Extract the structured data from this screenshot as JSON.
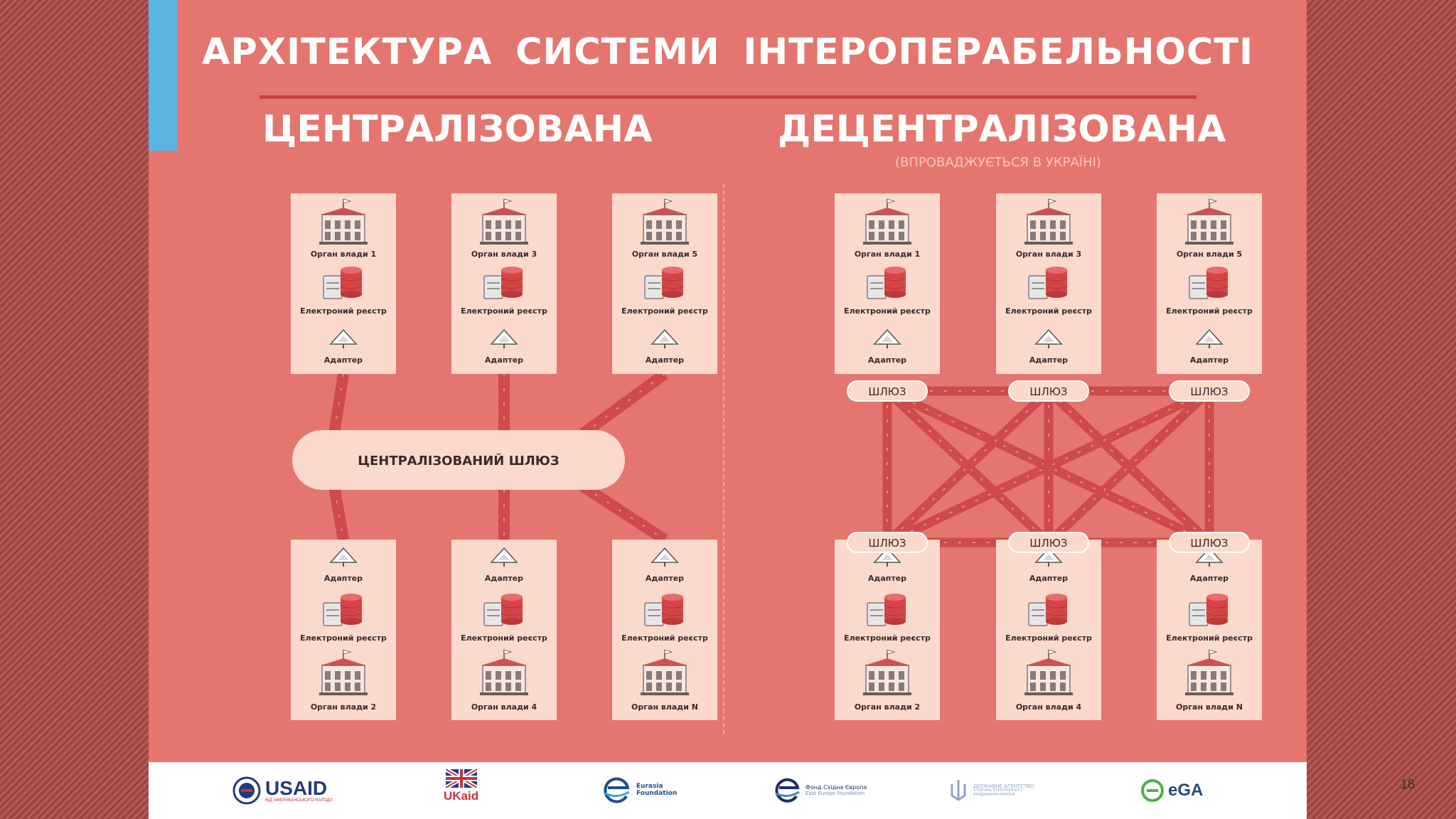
{
  "title": "АРХІТЕКТУРА  СИСТЕМИ ІНТЕРОПЕРАБЕЛЬНОСТІ",
  "left": {
    "heading": "ЦЕНТРАЛІЗОВАНА",
    "hub": "ЦЕНТРАЛІЗОВАНИЙ ШЛЮЗ",
    "top_boxes": [
      {
        "authority": "Орган влади 1",
        "registry": "Електроний реєстр",
        "adapter": "Адаптер"
      },
      {
        "authority": "Орган влади 3",
        "registry": "Електроний реєстр",
        "adapter": "Адаптер"
      },
      {
        "authority": "Орган влади 5",
        "registry": "Електроний реєстр",
        "adapter": "Адаптер"
      }
    ],
    "bottom_boxes": [
      {
        "authority": "Орган влади 2",
        "registry": "Електроний реєстр",
        "adapter": "Адаптер"
      },
      {
        "authority": "Орган влади 4",
        "registry": "Електроний реєстр",
        "adapter": "Адаптер"
      },
      {
        "authority": "Орган влади N",
        "registry": "Електроний реєстр",
        "adapter": "Адаптер"
      }
    ]
  },
  "right": {
    "heading": "ДЕЦЕНТРАЛІЗОВАНА",
    "subheading": "(ВПРОВАДЖУЄТЬСЯ В УКРАЇНІ)",
    "gateway": "ШЛЮЗ",
    "top_boxes": [
      {
        "authority": "Орган влади 1",
        "registry": "Електроний реєстр",
        "adapter": "Адаптер"
      },
      {
        "authority": "Орган влади 3",
        "registry": "Електроний реєстр",
        "adapter": "Адаптер"
      },
      {
        "authority": "Орган влади 5",
        "registry": "Електроний реєстр",
        "adapter": "Адаптер"
      }
    ],
    "bottom_boxes": [
      {
        "authority": "Орган влади 2",
        "registry": "Електроний реєстр",
        "adapter": "Адаптер"
      },
      {
        "authority": "Орган влади 4",
        "registry": "Електроний реєстр",
        "adapter": "Адаптер"
      },
      {
        "authority": "Орган влади N",
        "registry": "Електроний реєстр",
        "adapter": "Адаптер"
      }
    ]
  },
  "footer": {
    "logos": [
      {
        "name": "USAID",
        "caption": "ВІД АМЕРИКАНСЬКОГО НАРОДУ"
      },
      {
        "name": "UKaid"
      },
      {
        "name": "Eurasia",
        "caption": "Foundation"
      },
      {
        "name": "Фонд Східна Європа",
        "caption": "East Europe Foundation"
      },
      {
        "name": "ДЕРЖАВНЕ АГЕНТСТВО",
        "caption": "З ПИТАНЬ ЕЛЕКТРОННОГО ВРЯДУВАННЯ УКРАЇНИ"
      },
      {
        "name": "eGA"
      }
    ],
    "page_number": "18"
  },
  "colors": {
    "slide_bg": "#e4766f",
    "box_bg": "#fbd9cd",
    "connector": "#cf4a4a",
    "accent": "#5cb4e2",
    "rule": "#c9403f"
  }
}
